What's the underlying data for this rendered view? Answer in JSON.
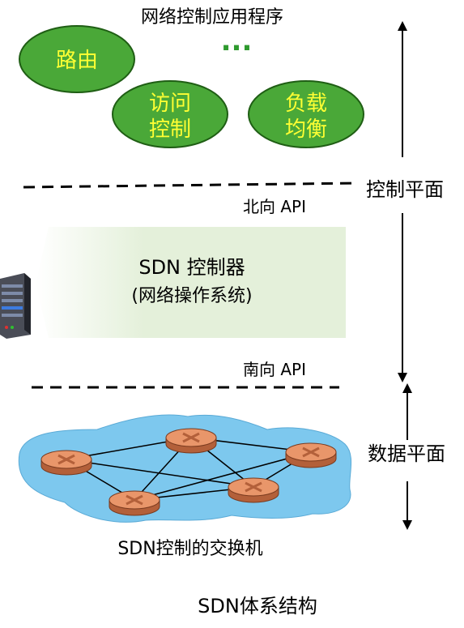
{
  "apps": {
    "title": "网络控制应用程序",
    "routing": "路由",
    "access_line1": "访问",
    "access_line2": "控制",
    "lb_line1": "负载",
    "lb_line2": "均衡",
    "ellipsis": "..."
  },
  "planes": {
    "control": "控制平面",
    "data": "数据平面"
  },
  "interfaces": {
    "northbound": "北向 API",
    "southbound": "南向 API"
  },
  "controller": {
    "title": "SDN 控制器",
    "subtitle": "(网络操作系统)"
  },
  "network": {
    "label": "SDN控制的交换机"
  },
  "caption": "SDN体系结构",
  "colors": {
    "app_fill": "#4aa838",
    "app_text": "#ffff33",
    "controller_panel": "#e4f0da",
    "cloud": "#7dc8ee",
    "switch": "#e9966a"
  }
}
